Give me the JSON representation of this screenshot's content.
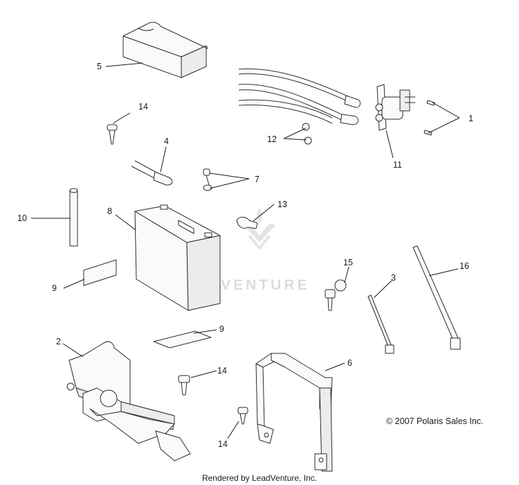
{
  "watermark": "LEADVENTURE",
  "copyright": "© 2007 Polaris Sales Inc.",
  "footer": "Rendered by LeadVenture, Inc.",
  "callouts": {
    "c1": "1",
    "c2": "2",
    "c3": "3",
    "c4": "4",
    "c5": "5",
    "c6": "6",
    "c7": "7",
    "c8": "8",
    "c9a": "9",
    "c9b": "9",
    "c10": "10",
    "c11": "11",
    "c12": "12",
    "c13": "13",
    "c14a": "14",
    "c14b": "14",
    "c14c": "14",
    "c15": "15",
    "c16": "16"
  }
}
